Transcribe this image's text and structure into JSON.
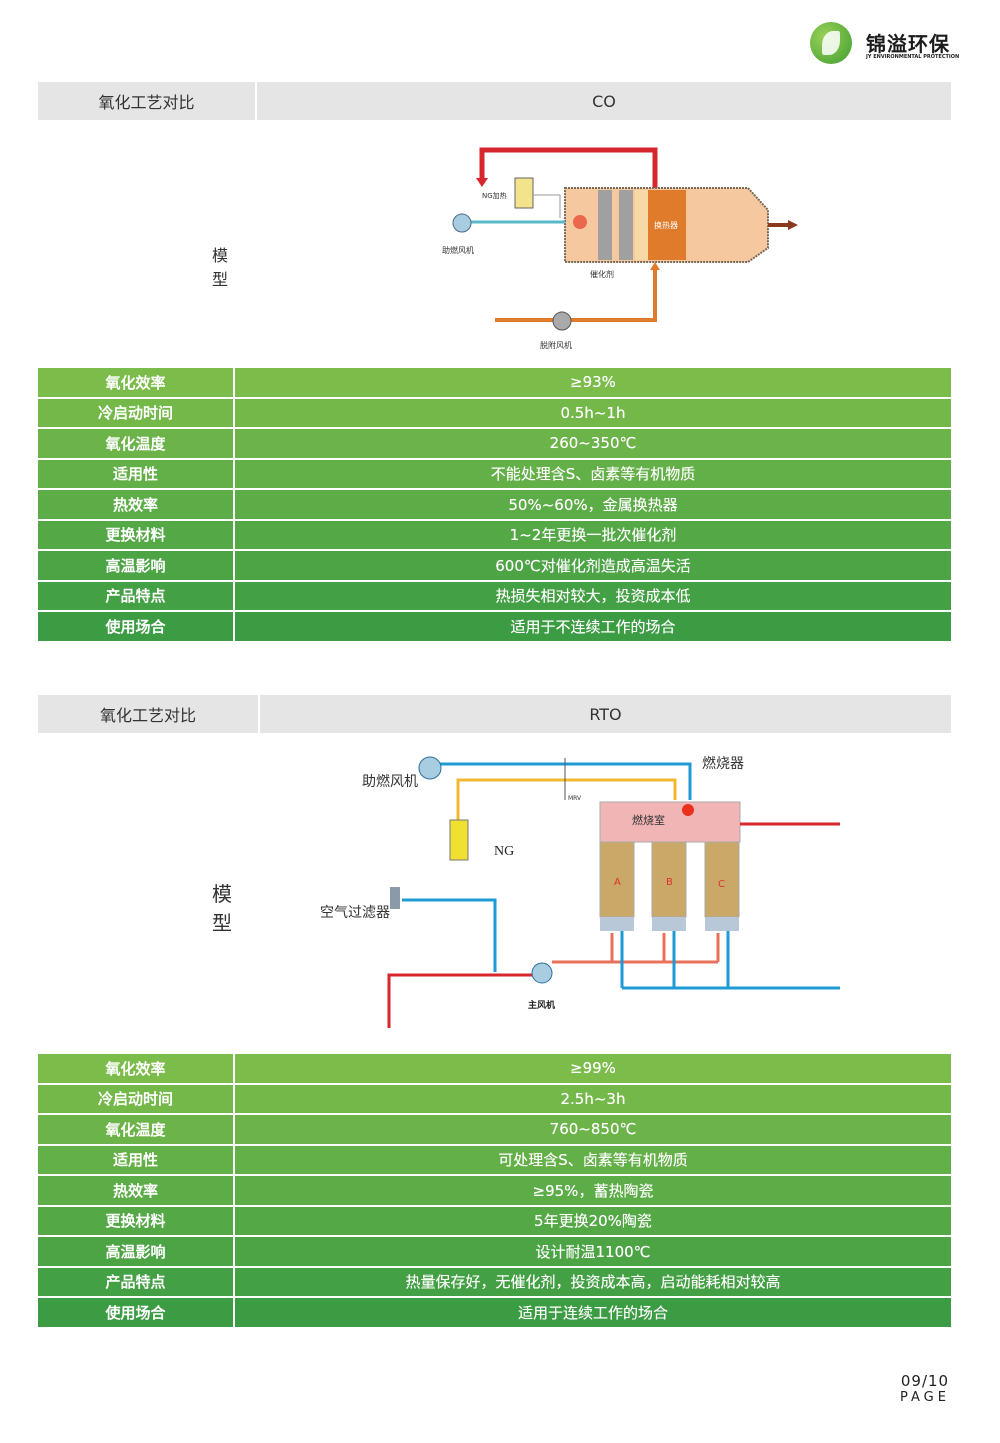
{
  "brand": {
    "name": "锦溢环保",
    "subtitle": "JY ENVIRONMENTAL PROTECTION"
  },
  "sections": [
    {
      "header_label": "氧化工艺对比",
      "header_value": "CO",
      "model_label": "模型",
      "diagram": {
        "labels": {
          "ng_heating": "NG加热",
          "combustion_fan": "助燃风机",
          "catalyst": "催化剂",
          "heat_exchanger": "换热器",
          "desorption_fan": "脱附风机"
        }
      },
      "rows": [
        {
          "key": "氧化效率",
          "value": "≥93%"
        },
        {
          "key": "冷启动时间",
          "value": "0.5h~1h"
        },
        {
          "key": "氧化温度",
          "value": "260~350℃"
        },
        {
          "key": "适用性",
          "value": "不能处理含S、卤素等有机物质"
        },
        {
          "key": "热效率",
          "value": "50%~60%，金属换热器"
        },
        {
          "key": "更换材料",
          "value": "1~2年更换一批次催化剂"
        },
        {
          "key": "高温影响",
          "value": "600℃对催化剂造成高温失活"
        },
        {
          "key": "产品特点",
          "value": "热损失相对较大，投资成本低"
        },
        {
          "key": "使用场合",
          "value": "适用于不连续工作的场合"
        }
      ]
    },
    {
      "header_label": "氧化工艺对比",
      "header_value": "RTO",
      "model_label": "模型",
      "diagram": {
        "labels": {
          "combustion_fan": "助燃风机",
          "burner": "燃烧器",
          "mrv": "MRV",
          "chamber": "燃烧室",
          "ng": "NG",
          "air_filter": "空气过滤器",
          "main_fan": "主风机",
          "bed_a": "A",
          "bed_b": "B",
          "bed_c": "C"
        }
      },
      "rows": [
        {
          "key": "氧化效率",
          "value": "≥99%"
        },
        {
          "key": "冷启动时间",
          "value": "2.5h~3h"
        },
        {
          "key": "氧化温度",
          "value": "760~850℃"
        },
        {
          "key": "适用性",
          "value": "可处理含S、卤素等有机物质"
        },
        {
          "key": "热效率",
          "value": "≥95%，蓄热陶瓷"
        },
        {
          "key": "更换材料",
          "value": "5年更换20%陶瓷"
        },
        {
          "key": "高温影响",
          "value": "设计耐温1100℃"
        },
        {
          "key": "产品特点",
          "value": "热量保存好，无催化剂，投资成本高，启动能耗相对较高"
        },
        {
          "key": "使用场合",
          "value": "适用于连续工作的场合"
        }
      ]
    }
  ],
  "row_colors": [
    "#7cbc4b",
    "#74b84a",
    "#6cb449",
    "#64b048",
    "#5cac47",
    "#54a846",
    "#4ca445",
    "#44a044",
    "#3c9c43"
  ],
  "page": {
    "number": "09/10",
    "label": "PAGE"
  }
}
